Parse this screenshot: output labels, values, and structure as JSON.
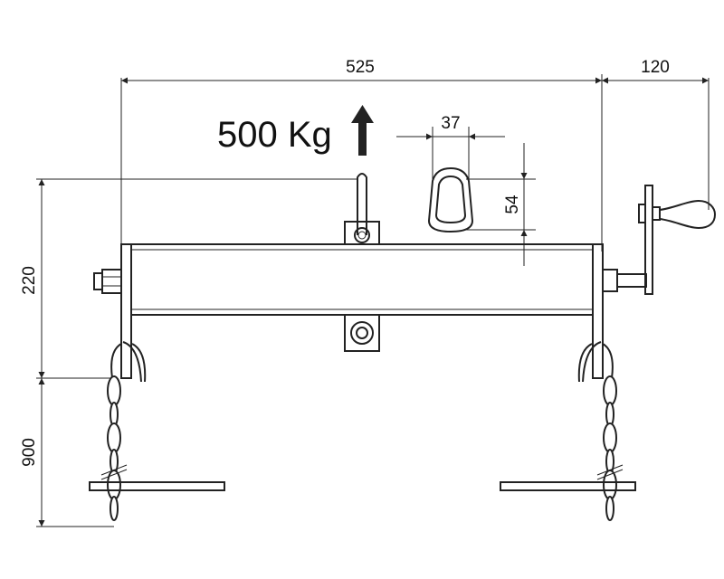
{
  "dimensions": {
    "overall_width": "525",
    "crank_offset": "120",
    "eye_width": "37",
    "eye_height": "54",
    "lift_height": "220",
    "chain_length": "900"
  },
  "load": {
    "capacity_label": "500 Kg",
    "direction_icon": "up-arrow-icon"
  },
  "colors": {
    "line": "#222222",
    "background": "#ffffff"
  }
}
